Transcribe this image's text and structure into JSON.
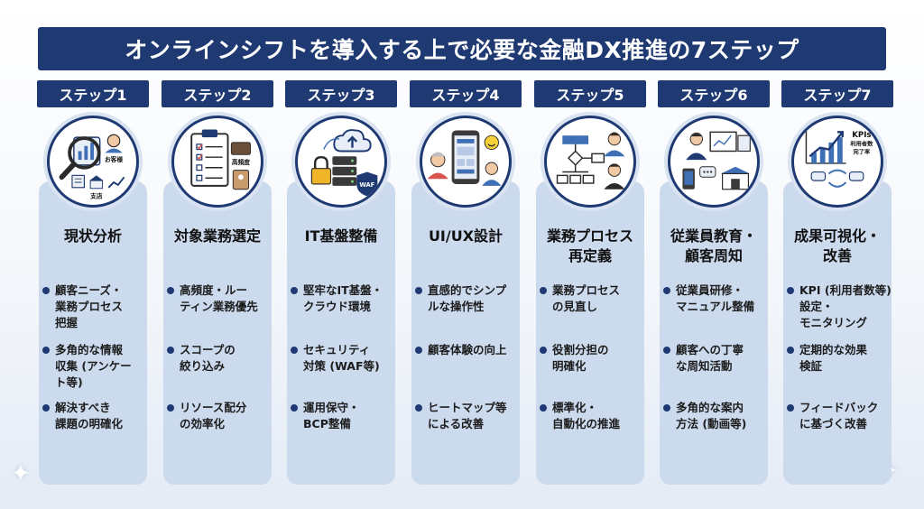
{
  "title": "オンラインシフトを導入する上で必要な金融DX推進の7ステップ",
  "steps": [
    {
      "label": "ステップ1",
      "title_lines": [
        "現状分析"
      ],
      "icon": "magnifier-chart-icon",
      "icon_labels": [
        "お客様",
        "支店"
      ],
      "bullets": [
        {
          "lines": [
            "顧客ニーズ・",
            "業務プロセス",
            "把握"
          ]
        },
        {
          "lines": [
            "多角的な情報",
            "収集 (アンケー",
            "ト等)"
          ]
        },
        {
          "lines": [
            "解決すべき",
            "課題の明確化"
          ]
        }
      ]
    },
    {
      "label": "ステップ2",
      "title_lines": [
        "対象業務選定"
      ],
      "icon": "clipboard-checklist-icon",
      "icon_labels": [
        "高頻度"
      ],
      "bullets": [
        {
          "lines": [
            "高頻度・ルー",
            "ティン業務優先"
          ]
        },
        {
          "lines": [
            "スコープの",
            "絞り込み"
          ]
        },
        {
          "lines": [
            "リソース配分",
            "の効率化"
          ]
        }
      ]
    },
    {
      "label": "ステップ3",
      "title_lines": [
        "IT基盤整備"
      ],
      "icon": "cloud-server-lock-icon",
      "icon_labels": [
        "WAF"
      ],
      "bullets": [
        {
          "lines": [
            "堅牢なIT基盤・",
            "クラウド環境"
          ]
        },
        {
          "lines": [
            "セキュリティ",
            "対策 (WAF等)"
          ]
        },
        {
          "lines": [
            "運用保守・",
            "BCP整備"
          ]
        }
      ]
    },
    {
      "label": "ステップ4",
      "title_lines": [
        "UI/UX設計"
      ],
      "icon": "smartphone-users-icon",
      "icon_labels": [],
      "bullets": [
        {
          "lines": [
            "直感的でシンプ",
            "ルな操作性"
          ]
        },
        {
          "lines": [
            "顧客体験の向上"
          ]
        },
        {
          "lines": [
            "ヒートマップ等",
            "による改善"
          ]
        }
      ]
    },
    {
      "label": "ステップ5",
      "title_lines": [
        "業務プロセス",
        "再定義"
      ],
      "icon": "flowchart-people-icon",
      "icon_labels": [],
      "bullets": [
        {
          "lines": [
            "業務プロセス",
            "の見直し"
          ]
        },
        {
          "lines": [
            "役割分担の",
            "明確化"
          ]
        },
        {
          "lines": [
            "標準化・",
            "自動化の推進"
          ]
        }
      ]
    },
    {
      "label": "ステップ6",
      "title_lines": [
        "従業員教育・",
        "顧客周知"
      ],
      "icon": "training-store-icon",
      "icon_labels": [],
      "bullets": [
        {
          "lines": [
            "従業員研修・",
            "マニュアル整備"
          ]
        },
        {
          "lines": [
            "顧客への丁寧",
            "な周知活動"
          ]
        },
        {
          "lines": [
            "多角的な案内",
            "方法 (動画等)"
          ]
        }
      ]
    },
    {
      "label": "ステップ7",
      "title_lines": [
        "成果可視化・",
        "改善"
      ],
      "icon": "kpi-growth-chart-icon",
      "icon_labels": [
        "KPIs",
        "利用者数",
        "完了率"
      ],
      "bullets": [
        {
          "lines": [
            "KPI (利用者数等)",
            "設定・",
            "モニタリング"
          ]
        },
        {
          "lines": [
            "定期的な効果",
            "検証"
          ]
        },
        {
          "lines": [
            "フィードバック",
            "に基づく改善"
          ]
        }
      ]
    }
  ],
  "colors": {
    "navy": "#1f3a72",
    "card": "#ccdaee",
    "bullet_dot": "#1f3a72"
  }
}
